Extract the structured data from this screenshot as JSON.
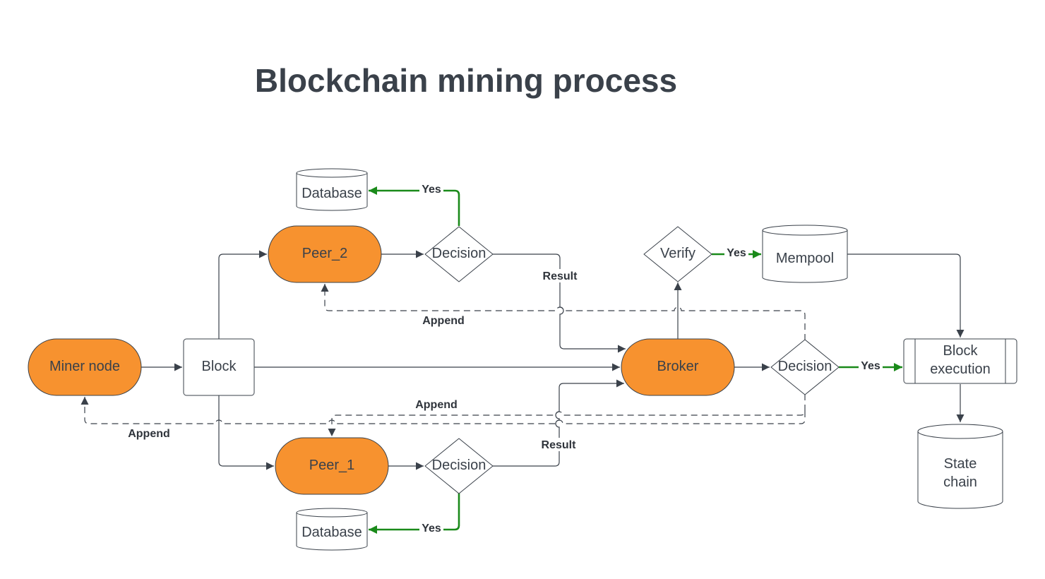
{
  "title": "Blockchain mining process",
  "colors": {
    "process_fill": "#f7922f",
    "shape_stroke": "#3a414a",
    "text": "#3a414a",
    "edge": "#3a414a",
    "yes_edge": "#1a8a1a",
    "background": "#ffffff"
  },
  "nodes": {
    "miner": "Miner node",
    "block": "Block",
    "peer2": "Peer_2",
    "peer1": "Peer_1",
    "decision_peer2": "Decision",
    "decision_peer1": "Decision",
    "database_top": "Database",
    "database_bottom": "Database",
    "broker": "Broker",
    "verify": "Verify",
    "mempool": "Mempool",
    "decision_broker": "Decision",
    "block_execution": [
      "Block",
      "execution"
    ],
    "state_chain": [
      "State",
      "chain"
    ]
  },
  "edge_labels": {
    "yes_db_top": "Yes",
    "yes_db_bottom": "Yes",
    "yes_mempool": "Yes",
    "yes_block_exec": "Yes",
    "result_peer2": "Result",
    "result_peer1": "Result",
    "append_peer2": "Append",
    "append_peer1": "Append",
    "append_miner": "Append"
  }
}
